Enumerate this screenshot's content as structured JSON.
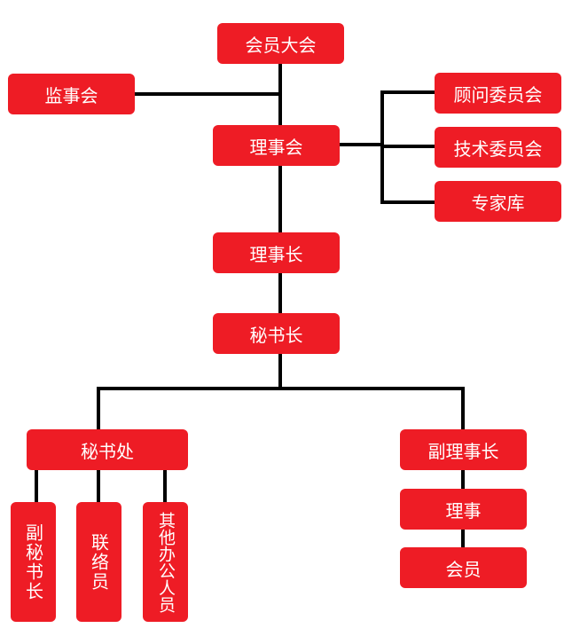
{
  "colors": {
    "node_fill": "#ee1c25",
    "node_text": "#ffffff",
    "connector": "#000000"
  },
  "nodes": {
    "general_assembly": "会员大会",
    "supervisory_board": "监事会",
    "board": "理事会",
    "advisory_committee": "顾问委员会",
    "technical_committee": "技术委员会",
    "expert_pool": "专家库",
    "chairman": "理事长",
    "secretary_general": "秘书长",
    "secretariat": "秘书处",
    "vice_chairman": "副理事长",
    "director": "理事",
    "member": "会员",
    "deputy_secretary_general": "副秘书长",
    "liaison_officer": "联络员",
    "other_staff": "其他办公人员"
  }
}
